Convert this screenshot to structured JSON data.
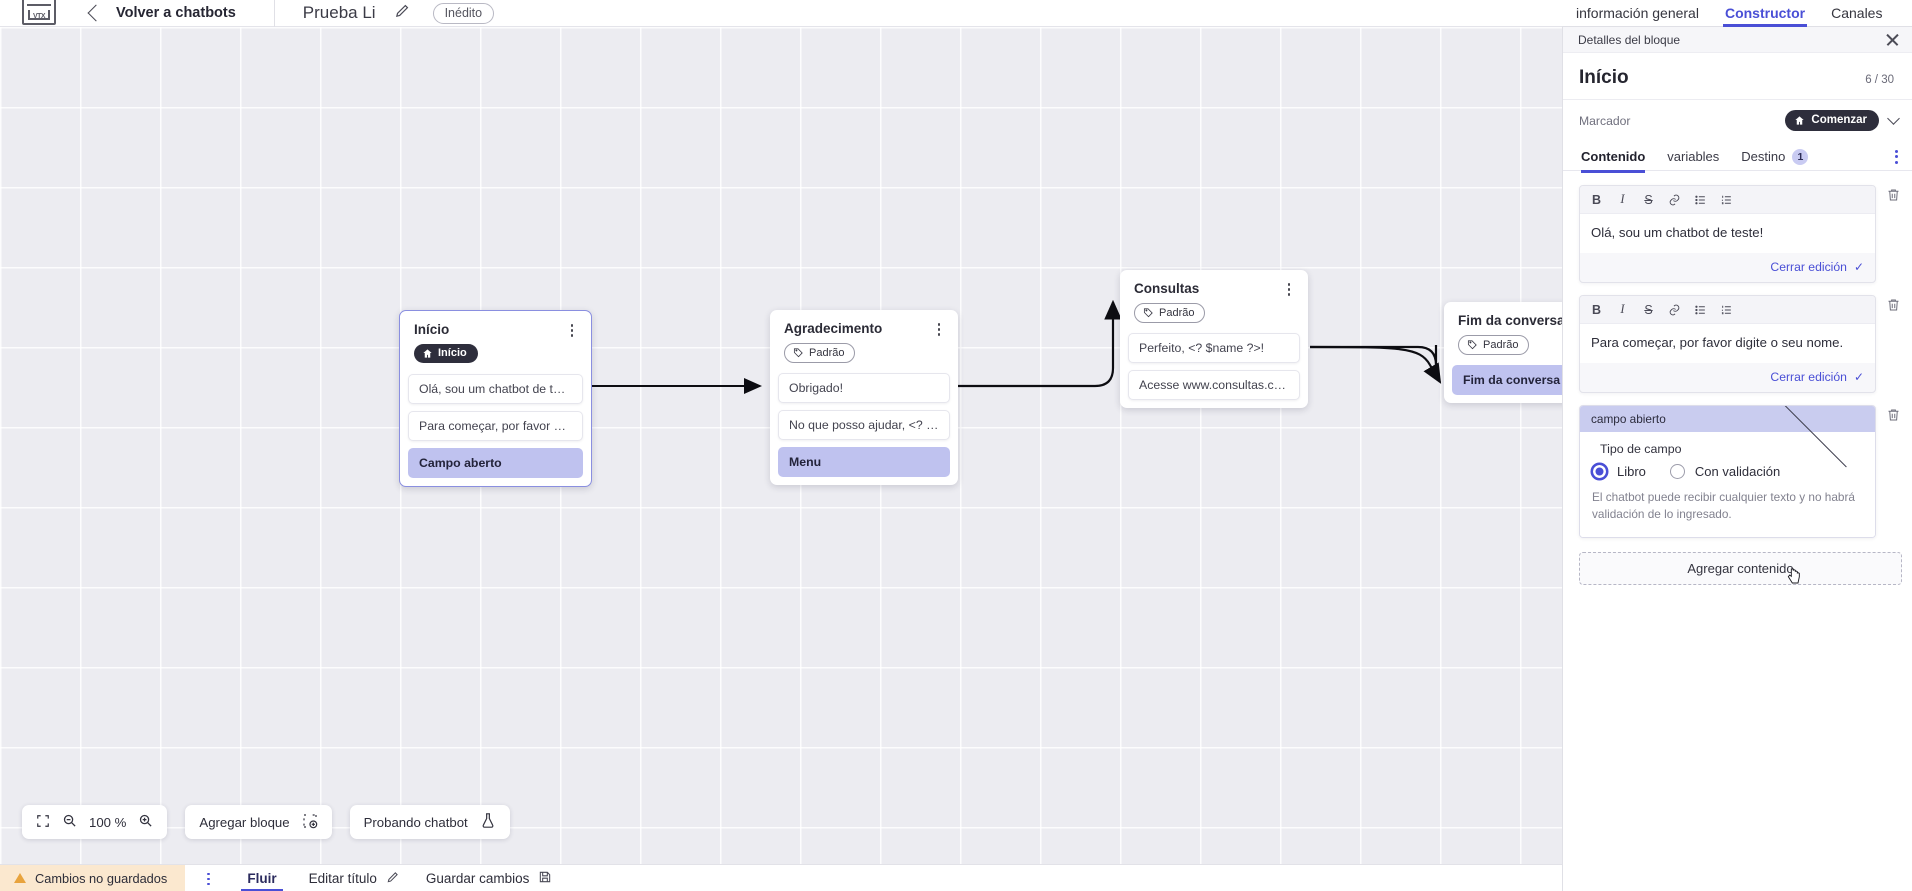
{
  "header": {
    "logo_name": "vtex-logo",
    "back_label": "Volver a chatbots",
    "bot_title": "Prueba Li",
    "edit_title_icon": "pencil-icon",
    "status_badge": "Inédito"
  },
  "right_tabs": [
    {
      "label": "información general",
      "active": false
    },
    {
      "label": "Constructor",
      "active": true
    },
    {
      "label": "Canales",
      "active": false
    }
  ],
  "canvas": {
    "nodes": [
      {
        "title": "Início",
        "tag": {
          "label": "Início",
          "type": "start",
          "icon": "home-icon"
        },
        "rows": [
          {
            "text": "Olá, sou um chatbot de teste!",
            "type": "message"
          },
          {
            "text": "Para começar, por favor digite o ...",
            "type": "message"
          },
          {
            "text": "Campo aberto",
            "type": "action"
          }
        ],
        "selected": true
      },
      {
        "title": "Agradecimento",
        "tag": {
          "label": "Padrão",
          "type": "default",
          "icon": "tag-icon"
        },
        "rows": [
          {
            "text": "Obrigado!",
            "type": "message"
          },
          {
            "text": "No que posso ajudar, <? $name ...",
            "type": "message"
          },
          {
            "text": "Menu",
            "type": "action"
          }
        ],
        "selected": false
      },
      {
        "title": "Consultas",
        "tag": {
          "label": "Padrão",
          "type": "default",
          "icon": "tag-icon"
        },
        "rows": [
          {
            "text": "Perfeito, <? $name ?>!",
            "type": "message"
          },
          {
            "text": "Acesse www.consultas.com par...",
            "type": "message"
          }
        ],
        "selected": false
      },
      {
        "title": "Fim da conversa",
        "tag": {
          "label": "Padrão",
          "type": "default",
          "icon": "tag-icon"
        },
        "rows": [
          {
            "text": "Fim da conversa",
            "type": "action"
          }
        ],
        "selected": false
      }
    ],
    "toolbar": {
      "fit_icon": "fit-screen-icon",
      "zoom_out_icon": "zoom-out-icon",
      "zoom_level": "100 %",
      "zoom_in_icon": "zoom-in-icon",
      "add_block_label": "Agregar bloque",
      "add_block_icon": "add-block-icon",
      "test_bot_label": "Probando chatbot",
      "test_bot_icon": "flask-icon"
    }
  },
  "bottom_bar": {
    "unsaved_label": "Cambios no guardados",
    "warning_icon": "warning-triangle-icon",
    "kebab_icon": "kebab-icon",
    "flow_label": "Fluir",
    "edit_title_label": "Editar título",
    "edit_title_icon": "pencil-icon",
    "save_label": "Guardar cambios",
    "save_icon": "save-disk-icon"
  },
  "panel": {
    "top_label": "Detalles del bloque",
    "close_icon": "close-icon",
    "title": "Início",
    "count": "6 / 30",
    "marker_label": "Marcador",
    "marker_pill": "Comenzar",
    "marker_pill_icon": "home-icon",
    "marker_chevron_icon": "chevron-down-icon",
    "tabs": [
      {
        "label": "Contenido",
        "active": true,
        "badge": null
      },
      {
        "label": "variables",
        "active": false,
        "badge": null
      },
      {
        "label": "Destino",
        "active": false,
        "badge": "1"
      }
    ],
    "tabs_kebab_icon": "kebab-icon",
    "editor_toolbar": {
      "bold": "B",
      "italic": "I",
      "strike": "S",
      "link_icon": "link-icon",
      "bullet_list_icon": "bullet-list-icon",
      "numbered_list_icon": "numbered-list-icon"
    },
    "blocks": [
      {
        "text": "Olá, sou um chatbot de teste!",
        "close_edit_label": "Cerrar edición",
        "check_icon": "check-icon",
        "delete_icon": "trash-icon"
      },
      {
        "text": "Para começar, por favor digite o seu nome.",
        "close_edit_label": "Cerrar edición",
        "check_icon": "check-icon",
        "delete_icon": "trash-icon"
      }
    ],
    "field": {
      "header": "campo abierto",
      "collapse_icon": "chevron-up-icon",
      "delete_icon": "trash-icon",
      "type_label": "Tipo de campo",
      "options": [
        {
          "label": "Libro",
          "selected": true
        },
        {
          "label": "Con validación",
          "selected": false
        }
      ],
      "hint": "El chatbot puede recibir cualquier texto y no habrá validación de lo ingresado."
    },
    "add_content_label": "Agregar contenido"
  },
  "colors": {
    "accent": "#4a4fd6",
    "action_row": "#bfc2ef",
    "field_header": "#c9ccef",
    "unsaved_bg": "#fbe8cf",
    "canvas_bg": "#ececf1"
  }
}
